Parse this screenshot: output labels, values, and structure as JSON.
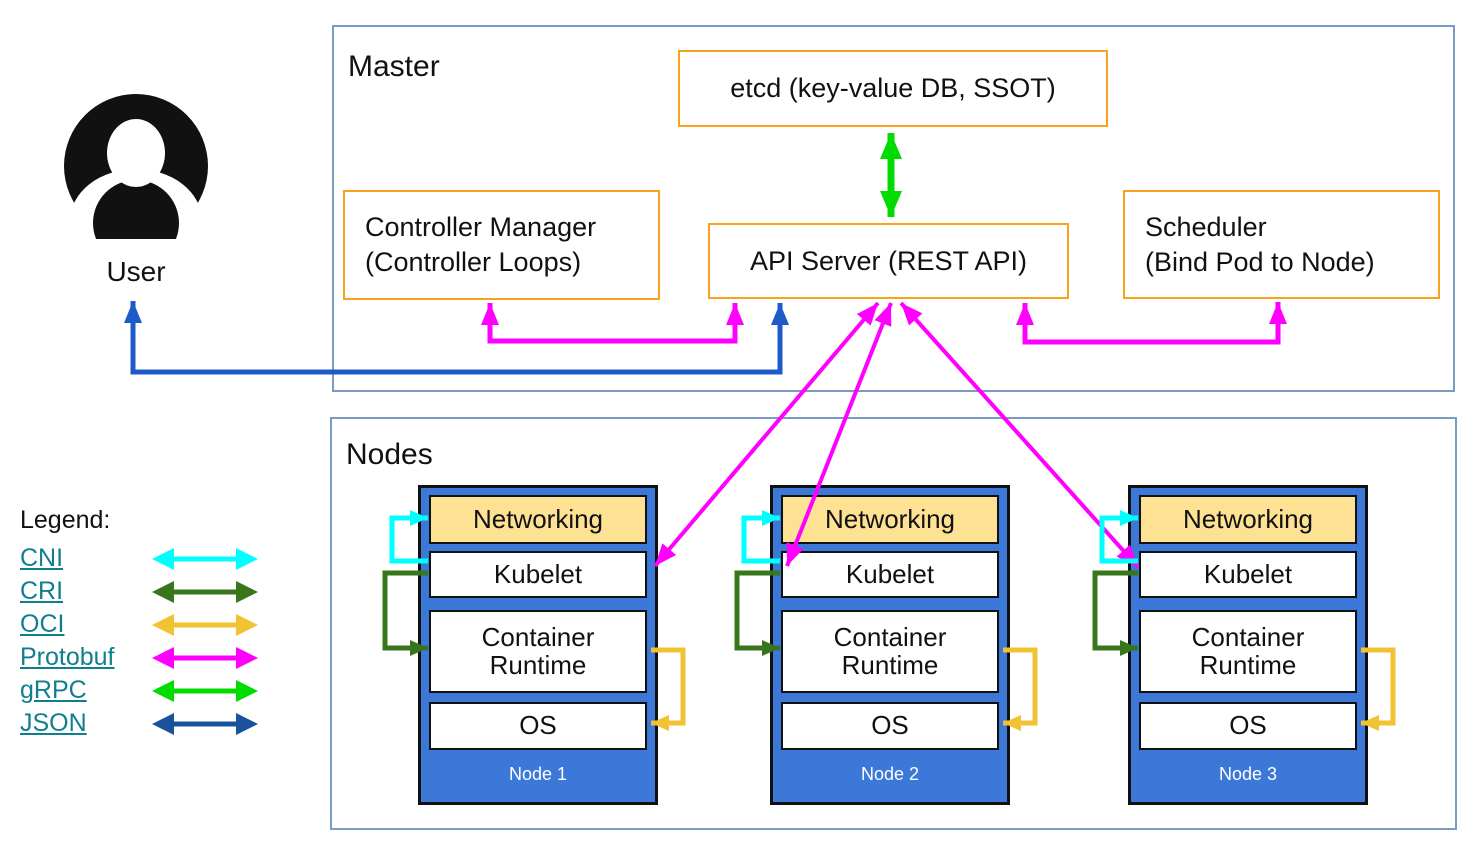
{
  "colors": {
    "protobuf": "#ff00ff",
    "grpc": "#00dc00",
    "cni": "#00ffff",
    "cri": "#38761d",
    "oci": "#f1c232",
    "json": "#17529b",
    "user_json": "#1e5bc8",
    "frame_border": "#7a9bc4",
    "orange_border": "#f7a41c",
    "node_fill": "#3c78d8",
    "networking_fill": "#fde294",
    "legend_link": "#107f8d"
  },
  "master": {
    "title": "Master",
    "etcd_label": "etcd (key-value DB, SSOT)",
    "api_server_label": "API Server (REST API)",
    "controller_manager_line1": "Controller Manager",
    "controller_manager_line2": "(Controller Loops)",
    "scheduler_line1": "Scheduler",
    "scheduler_line2": "(Bind Pod to Node)"
  },
  "user": {
    "label": "User"
  },
  "nodes": {
    "title": "Nodes",
    "layers": {
      "networking": "Networking",
      "kubelet": "Kubelet",
      "runtime": "Container Runtime",
      "os": "OS"
    },
    "items": [
      {
        "label": "Node 1"
      },
      {
        "label": "Node 2"
      },
      {
        "label": "Node 3"
      }
    ]
  },
  "legend": {
    "title": "Legend:",
    "items": [
      {
        "label": "CNI",
        "color_key": "cni"
      },
      {
        "label": "CRI",
        "color_key": "cri"
      },
      {
        "label": "OCI",
        "color_key": "oci"
      },
      {
        "label": "Protobuf",
        "color_key": "protobuf"
      },
      {
        "label": "gRPC",
        "color_key": "grpc"
      },
      {
        "label": "JSON",
        "color_key": "json"
      }
    ]
  }
}
